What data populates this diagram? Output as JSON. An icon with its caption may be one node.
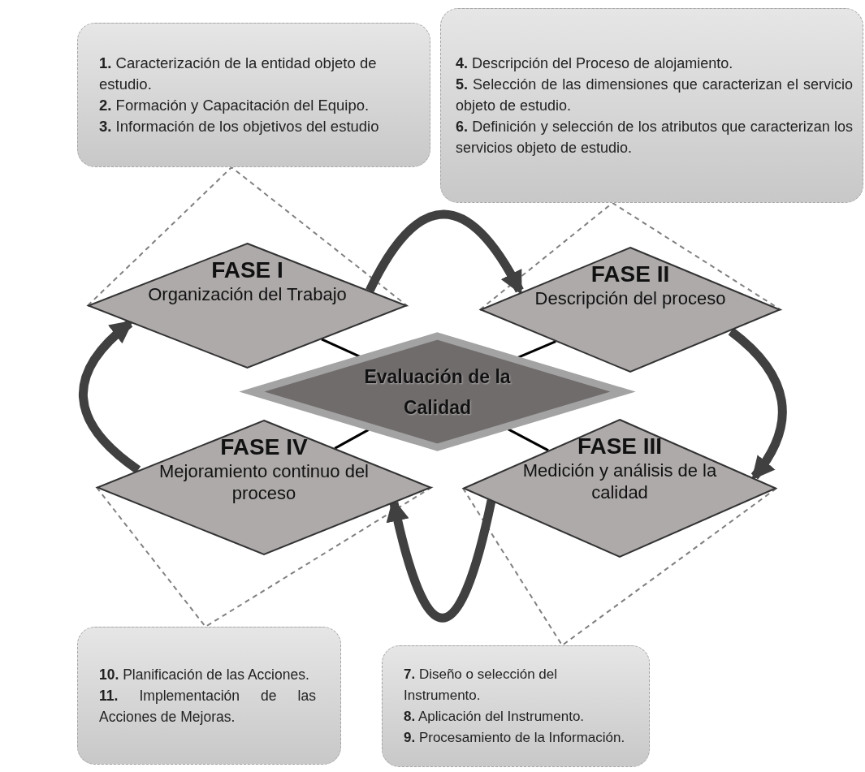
{
  "diagram": {
    "nodes": [
      {
        "text": [
          "**1.** Caracterización de la entidad objeto de estudio.",
          "**2.** Formación y Capacitación del Equipo.",
          "**3.** Información de los objetivos del estudio"
        ]
      },
      {
        "text": [
          "**4.** Descripción del Proceso de alojamiento.",
          "**5.** Selección de las dimensiones que caracterizan el servicio objeto de estudio.",
          "**6.** Definición y selección de los atributos que caracterizan los servicios objeto de estudio."
        ]
      },
      {
        "text": [
          "FASE I",
          "Organización del Trabajo"
        ]
      },
      {
        "text": [
          "FASE II",
          "Descripción del proceso"
        ]
      },
      {
        "text": [
          "Evaluación de la Calidad"
        ]
      },
      {
        "text": [
          "FASE IV",
          "Mejoramiento continuo del proceso"
        ]
      },
      {
        "text": [
          "FASE III",
          "Medición y análisis de la calidad"
        ]
      },
      {
        "text": [
          "**10.** Planificación de las Acciones.",
          "**11.** Implementación de las Acciones de Mejoras."
        ]
      },
      {
        "text": [
          "**7.** Diseño o selección del Instrumento.",
          "**8.** Aplicación del Instrumento.",
          "**9.** Procesamiento de la Información."
        ]
      }
    ],
    "edges": [
      {
        "from": 0,
        "to": 2,
        "arrow": "none",
        "style": "dashed",
        "color": "#808080"
      },
      {
        "from": 1,
        "to": 3,
        "arrow": "none",
        "style": "dashed",
        "color": "#808080"
      },
      {
        "from": 5,
        "to": 7,
        "arrow": "none",
        "style": "dashed",
        "color": "#808080"
      },
      {
        "from": 6,
        "to": 8,
        "arrow": "none",
        "style": "dashed",
        "color": "#808080"
      },
      {
        "from": 2,
        "to": 4,
        "arrow": "none"
      },
      {
        "from": 3,
        "to": 4,
        "arrow": "none"
      },
      {
        "from": 5,
        "to": 4,
        "arrow": "none"
      },
      {
        "from": 6,
        "to": 4,
        "arrow": "none"
      },
      {
        "from": 2,
        "to": 3,
        "arrow": "to",
        "style": "thick",
        "color": "#404040"
      },
      {
        "from": 3,
        "to": 6,
        "arrow": "to",
        "style": "thick",
        "color": "#404040"
      },
      {
        "from": 6,
        "to": 5,
        "arrow": "to",
        "style": "thick",
        "color": "#404040"
      },
      {
        "from": 5,
        "to": 2,
        "arrow": "to",
        "style": "thick",
        "color": "#404040"
      }
    ]
  }
}
